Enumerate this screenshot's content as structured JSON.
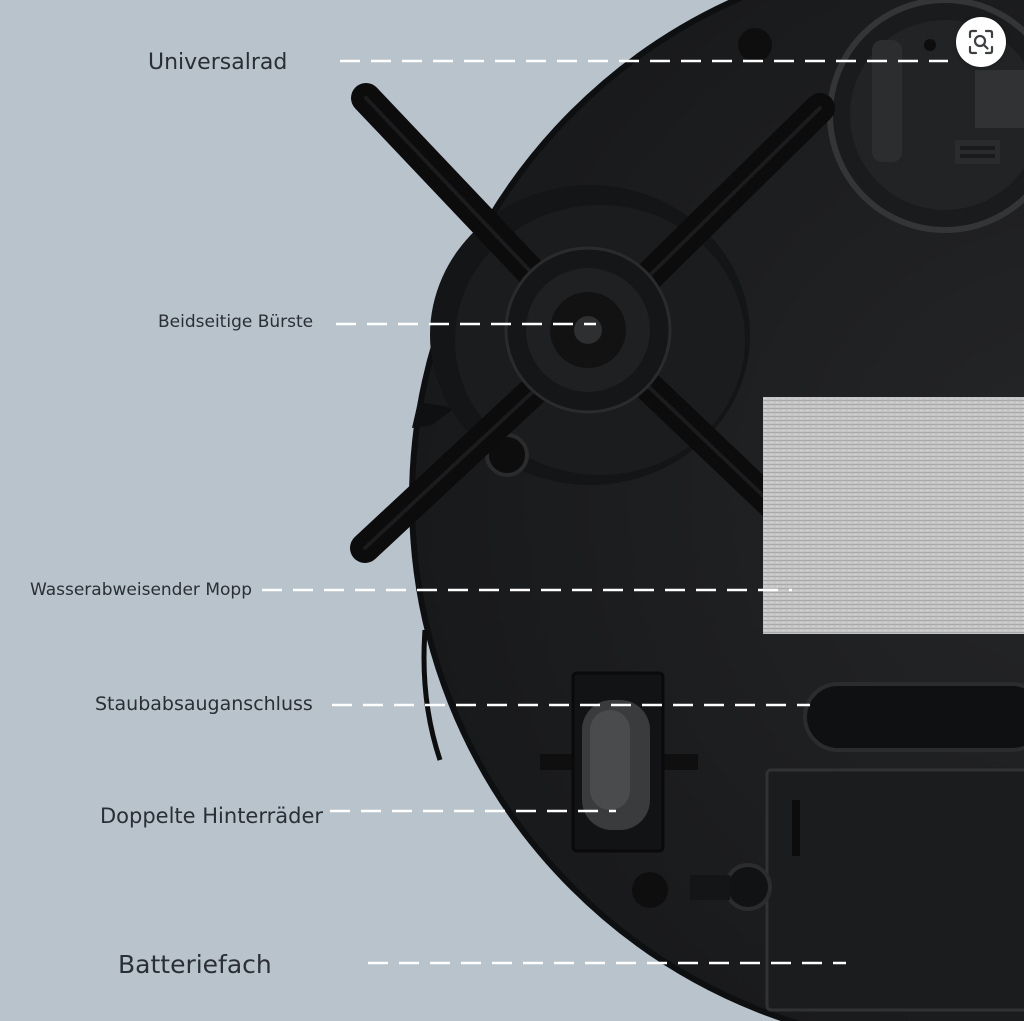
{
  "labels": {
    "universal_wheel": "Universalrad",
    "side_brush": "Beidseitige Bürste",
    "mop": "Wasserabweisender Mopp",
    "dust_port": "Staubabsauganschluss",
    "rear_wheels": "Doppelte Hinterräder",
    "battery": "Batteriefach"
  },
  "colors": {
    "background": "#b9c3cc",
    "robot_body": "#1e1f21",
    "label_text": "#2a2f36",
    "leader_line": "#ffffff",
    "mop_pad": "#bdbdbd"
  },
  "icons": {
    "visual_search": "lens-search-icon"
  }
}
